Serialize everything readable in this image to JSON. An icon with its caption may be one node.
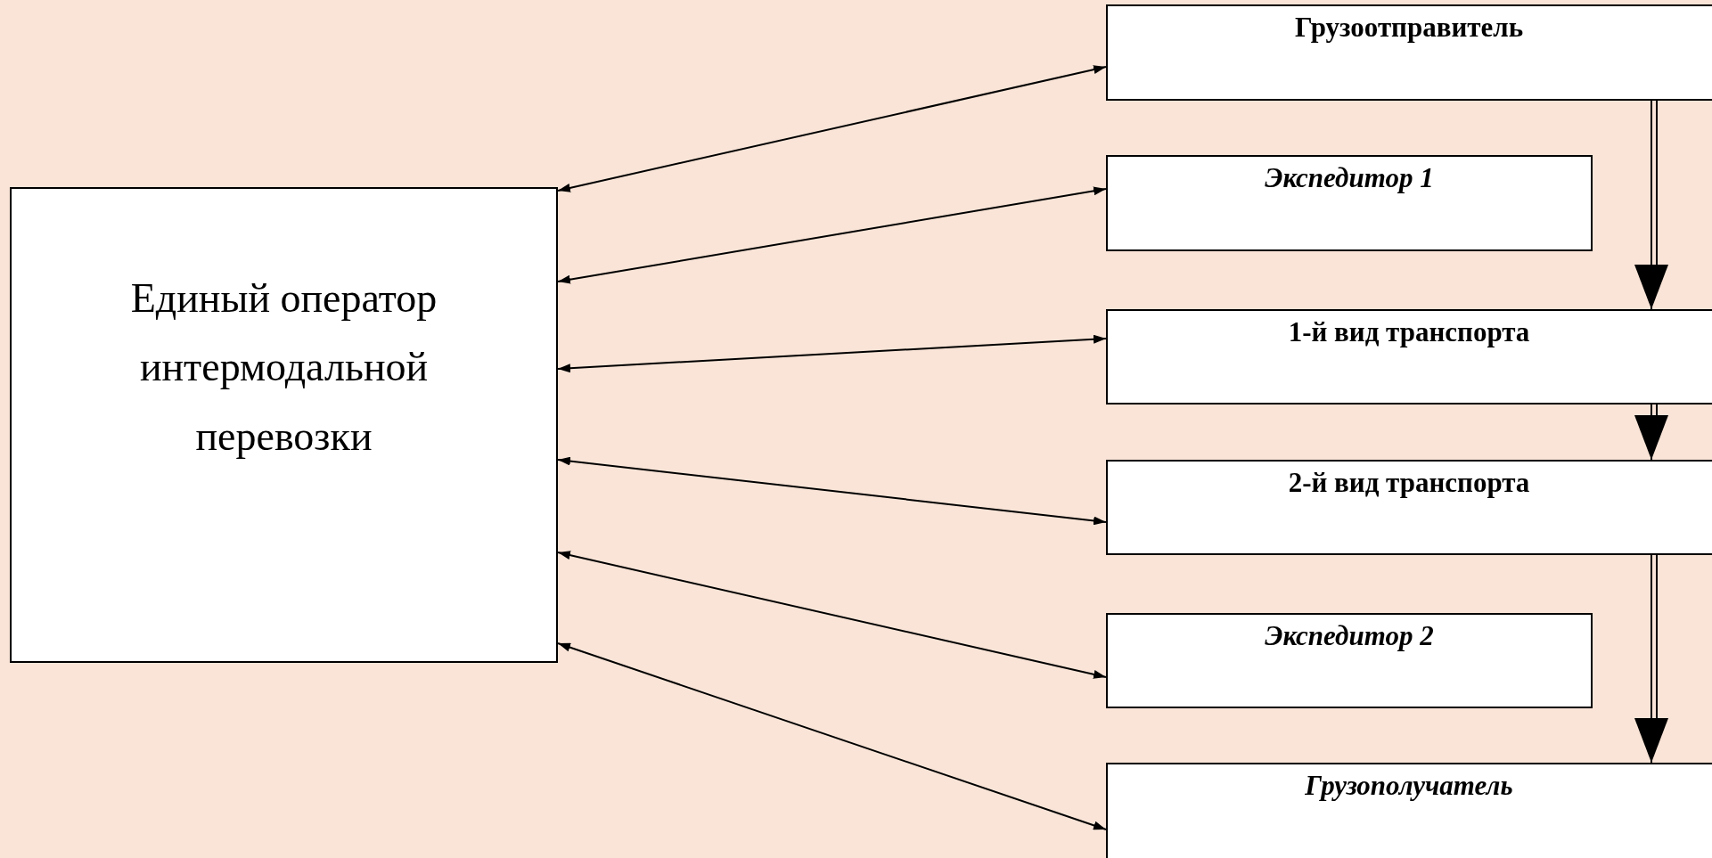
{
  "diagram": {
    "nodes": [
      {
        "text": [
          "Единый оператор интермодальной перевозки"
        ]
      },
      {
        "text": [
          "Грузоотправитель"
        ]
      },
      {
        "text": [
          "Экспедитор 1"
        ]
      },
      {
        "text": [
          "1-й вид транспорта"
        ]
      },
      {
        "text": [
          "2-й вид транспорта"
        ]
      },
      {
        "text": [
          "Экспедитор 2"
        ]
      },
      {
        "text": [
          "Грузополучатель"
        ]
      }
    ],
    "edges": [
      {
        "from": 0,
        "to": 1,
        "arrow": "both"
      },
      {
        "from": 0,
        "to": 2,
        "arrow": "both"
      },
      {
        "from": 0,
        "to": 3,
        "arrow": "both"
      },
      {
        "from": 0,
        "to": 4,
        "arrow": "both"
      },
      {
        "from": 0,
        "to": 5,
        "arrow": "both"
      },
      {
        "from": 0,
        "to": 6,
        "arrow": "both"
      },
      {
        "from": 1,
        "to": 3,
        "arrow": "to"
      },
      {
        "from": 3,
        "to": 4,
        "arrow": "to"
      },
      {
        "from": 4,
        "to": 6,
        "arrow": "to"
      }
    ]
  }
}
